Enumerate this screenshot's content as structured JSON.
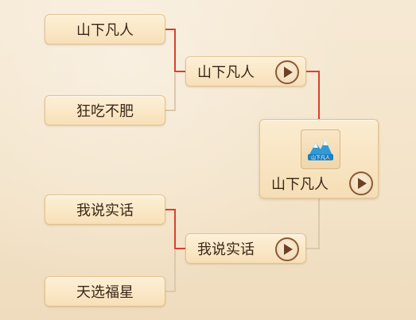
{
  "colors": {
    "winner_line": "#d8412e",
    "loser_line": "#dcc8ad",
    "slot_border": "#e3c28e",
    "text": "#3a2616"
  },
  "bracket": {
    "round1": [
      {
        "name": "山下凡人"
      },
      {
        "name": "狂吃不肥"
      },
      {
        "name": "我说实话"
      },
      {
        "name": "天选福星"
      }
    ],
    "semifinal": [
      {
        "name": "山下凡人",
        "play_icon": "play-icon"
      },
      {
        "name": "我说实话",
        "play_icon": "play-icon"
      }
    ],
    "final": {
      "name": "山下凡人",
      "emblem_icon": "champion-emblem-icon",
      "emblem_text": "山下凡人",
      "play_icon": "play-icon"
    }
  }
}
